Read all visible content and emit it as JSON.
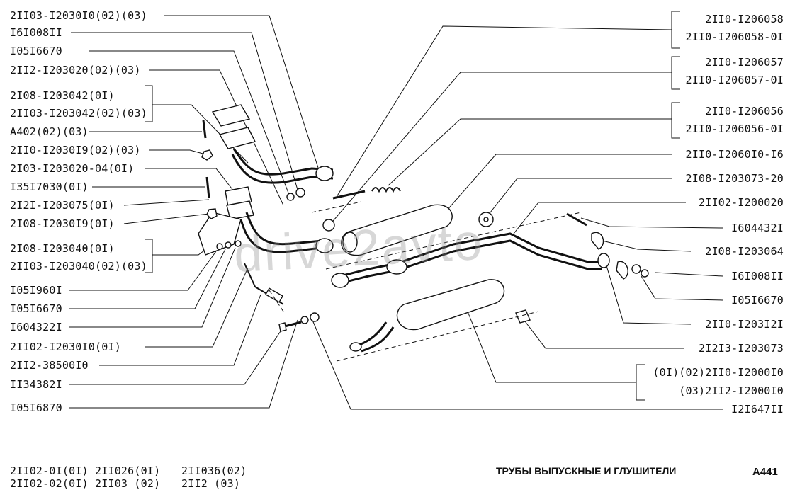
{
  "left_labels": [
    "2II03-I2030I0(02)(03)",
    "I6I008II",
    "I05I6670",
    "2II2-I203020(02)(03)",
    "2I08-I203042(0I)",
    "2II03-I203042(02)(03)",
    "A402(02)(03)",
    "2II0-I2030I9(02)(03)",
    "2I03-I203020-04(0I)",
    "I35I7030(0I)",
    "2I2I-I203075(0I)",
    "2I08-I2030I9(0I)",
    "2I08-I203040(0I)",
    "2II03-I203040(02)(03)",
    "I05I960I",
    "I05I6670",
    "I604322I",
    "2II02-I2030I0(0I)",
    "2II2-38500I0",
    "II34382I",
    "I05I6870"
  ],
  "right_labels": [
    "2II0-I206058",
    "2II0-I206058-0I",
    "2II0-I206057",
    "2II0-I206057-0I",
    "2II0-I206056",
    "2II0-I206056-0I",
    "2II0-I2060I0-I6",
    "2I08-I203073-20",
    "2II02-I200020",
    "I604432I",
    "2I08-I203064",
    "I6I008II",
    "I05I6670",
    "2II0-I203I2I",
    "2I2I3-I203073",
    "(0I)(02)2II0-I2000I0",
    "(03)2II2-I2000I0",
    "I2I647II"
  ],
  "footer": {
    "models": [
      [
        "2II02-0I(0I)",
        "2II02-02(0I)"
      ],
      [
        "2II026(0I)",
        "2II03 (02)"
      ],
      [
        "2II036(02)",
        "2II2  (03)"
      ]
    ],
    "title": "ТРУБЫ ВЫПУСКНЫЕ И ГЛУШИТЕЛИ",
    "code": "A441"
  },
  "watermark": "drive2avto"
}
